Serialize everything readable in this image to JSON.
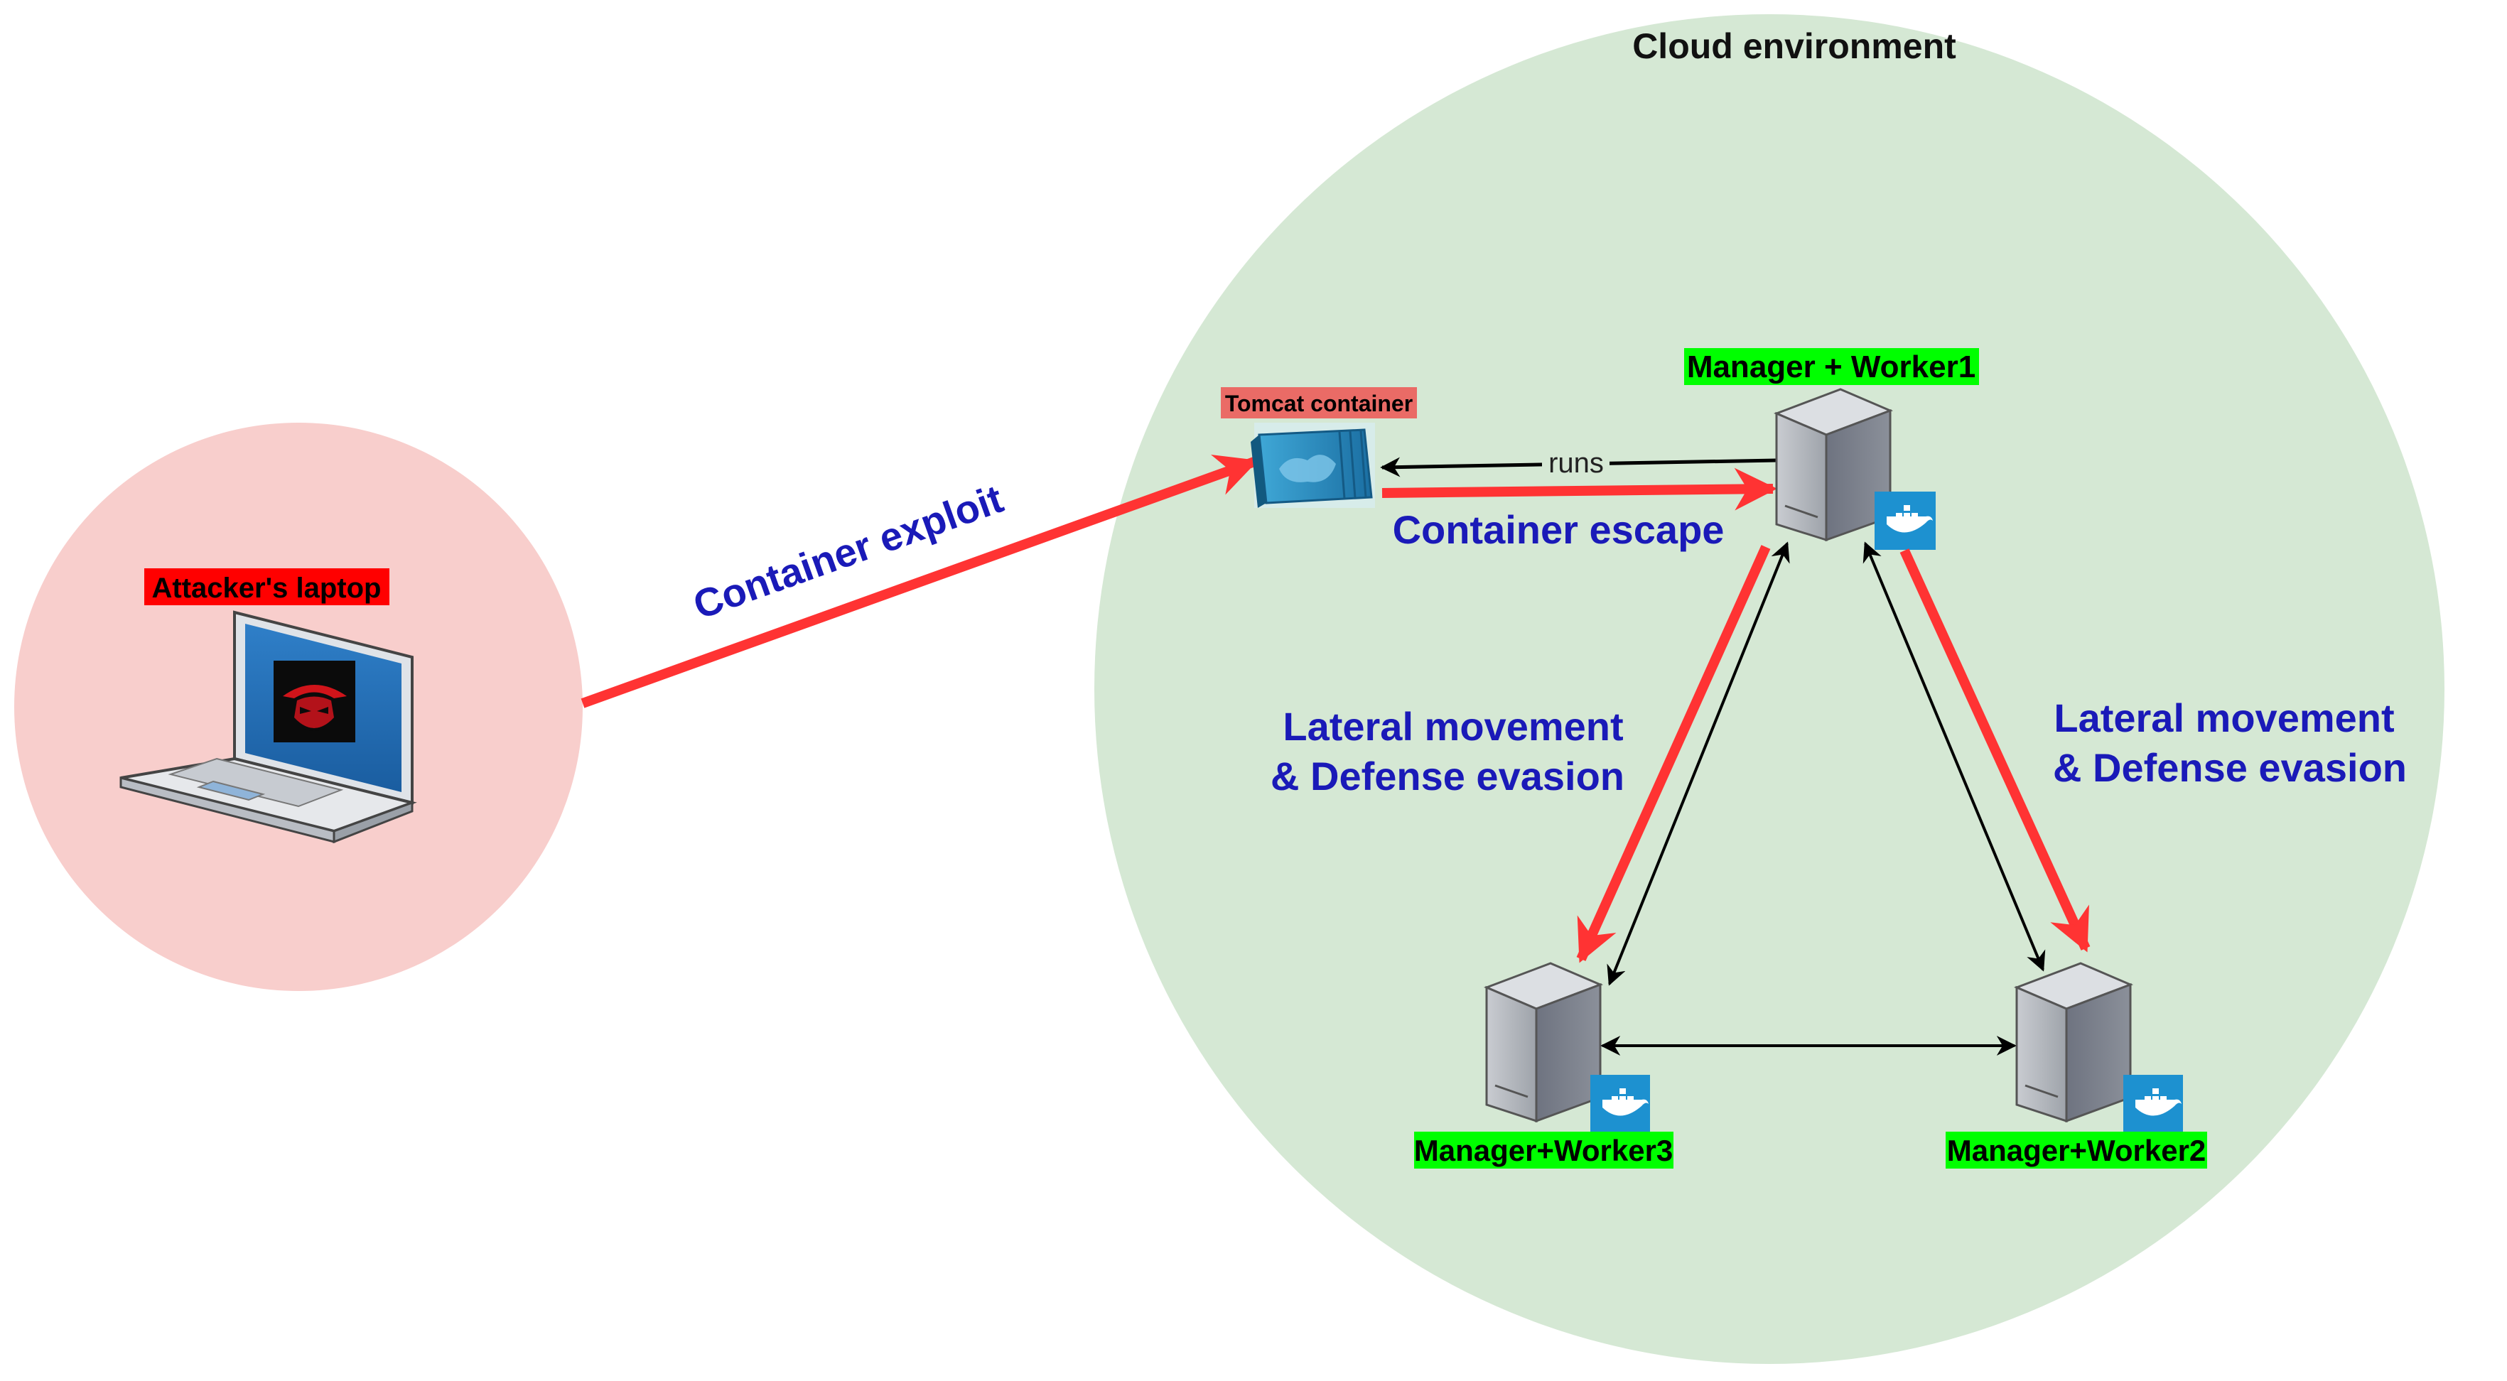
{
  "diagram": {
    "cloud_title": "Cloud environment",
    "attacker_label": "Attacker's laptop",
    "tomcat_label": "Tomcat container",
    "edge_runs": "runs",
    "edge_container_exploit": "Container exploit",
    "edge_container_escape": "Container escape",
    "lateral_left": {
      "line1": "Lateral movement",
      "line2": "& Defense evasion"
    },
    "lateral_right": {
      "line1": "Lateral movement",
      "line2": "& Defense evasion"
    },
    "node_manager_worker1": "Manager + Worker1",
    "node_manager_worker2": "Manager+Worker2",
    "node_manager_worker3": "Manager+Worker3"
  },
  "colors": {
    "attacker_zone": "#f8cecc",
    "cloud_zone": "#d5e8d4",
    "attack_arrow": "#ff3333",
    "attack_text": "#1a1ab8",
    "node_label_bg": "#00ff00",
    "attacker_label_bg": "#ff0000",
    "tomcat_label_bg": "#ea6b66",
    "docker_badge": "#1d91d0"
  }
}
